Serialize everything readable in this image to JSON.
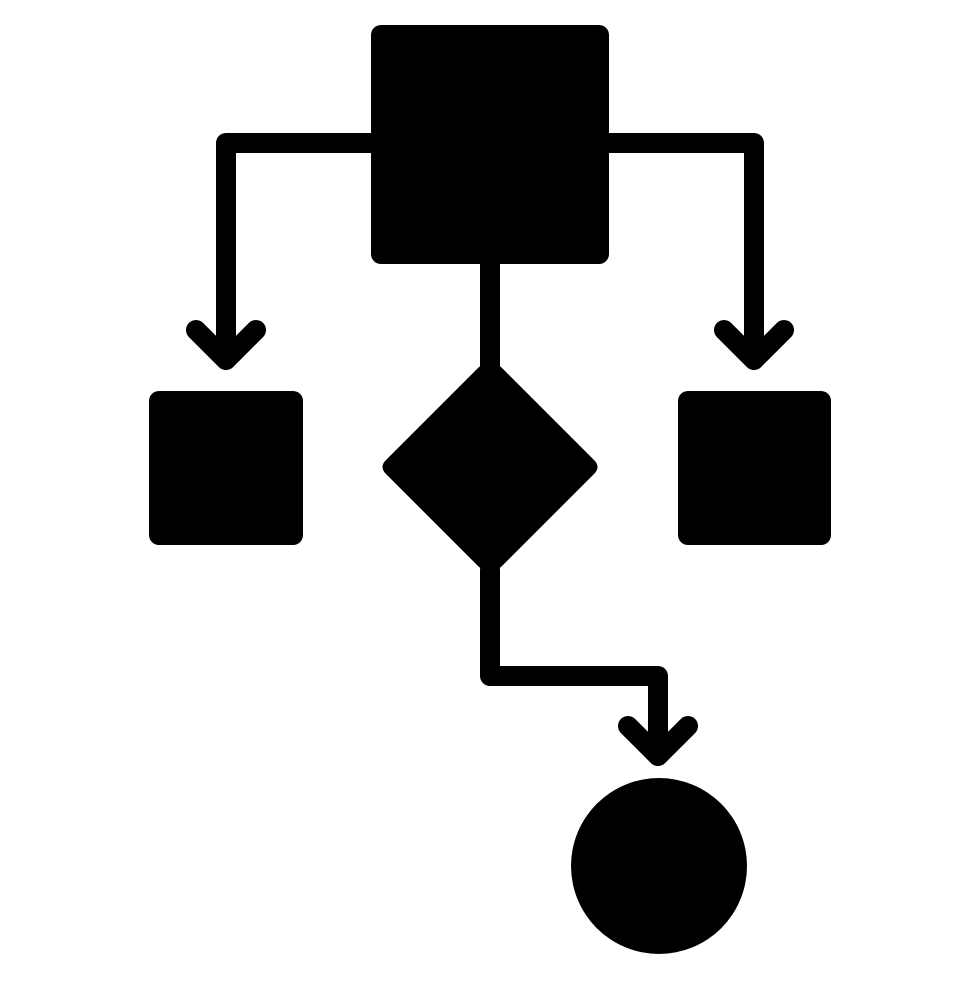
{
  "icon": {
    "name": "flowchart-icon",
    "colors": {
      "foreground": "#000000",
      "background": "#ffffff"
    },
    "nodes": [
      {
        "id": "top-process",
        "shape": "rounded-square"
      },
      {
        "id": "left-process",
        "shape": "rounded-square"
      },
      {
        "id": "decision",
        "shape": "diamond"
      },
      {
        "id": "right-process",
        "shape": "rounded-square"
      },
      {
        "id": "terminal",
        "shape": "circle"
      }
    ],
    "edges": [
      {
        "from": "top-process",
        "to": "left-process",
        "arrow": true
      },
      {
        "from": "top-process",
        "to": "right-process",
        "arrow": true
      },
      {
        "from": "top-process",
        "to": "decision",
        "arrow": false
      },
      {
        "from": "decision",
        "to": "terminal",
        "arrow": true
      }
    ]
  }
}
